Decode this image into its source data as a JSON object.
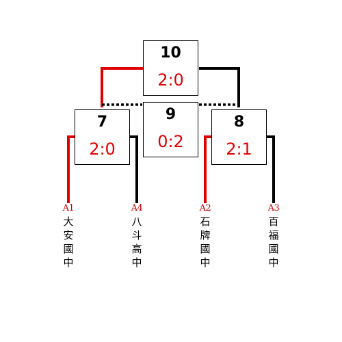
{
  "colors": {
    "winner": "#e00000",
    "loser": "#000000",
    "seed_red": "#cc0000"
  },
  "matches": {
    "m10": {
      "id": "10",
      "score": "2:0"
    },
    "m9": {
      "id": "9",
      "score": "0:2"
    },
    "m7": {
      "id": "7",
      "score": "2:0"
    },
    "m8": {
      "id": "8",
      "score": "2:1"
    }
  },
  "teams": [
    {
      "seed": "A1",
      "name": "大安國中",
      "winner": true
    },
    {
      "seed": "A4",
      "name": "八斗高中",
      "winner": false
    },
    {
      "seed": "A2",
      "name": "石牌國中",
      "winner": true
    },
    {
      "seed": "A3",
      "name": "百福國中",
      "winner": false
    }
  ]
}
